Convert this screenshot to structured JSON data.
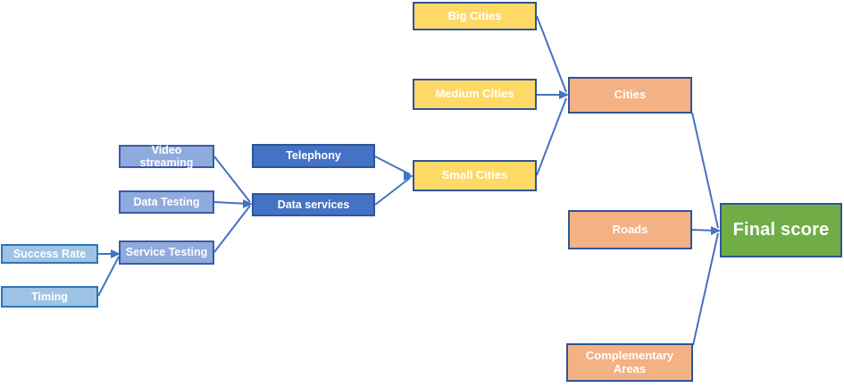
{
  "diagram": {
    "background_color": "#FFFFFF",
    "connector_color": "#4472C4",
    "text_color": "#FFFFFF",
    "nodes": {
      "success_rate": {
        "label": "Success Rate",
        "fill": "#9DC3E6",
        "border": "#2E75B6"
      },
      "timing": {
        "label": "Timing",
        "fill": "#9DC3E6",
        "border": "#2E75B6"
      },
      "video_streaming": {
        "label": "Video streaming",
        "fill": "#8FAADC",
        "border": "#3B5BA9"
      },
      "data_testing": {
        "label": "Data Testing",
        "fill": "#8FAADC",
        "border": "#3B5BA9"
      },
      "service_testing": {
        "label": "Service Testing",
        "fill": "#8FAADC",
        "border": "#3B5BA9"
      },
      "telephony": {
        "label": "Telephony",
        "fill": "#4472C4",
        "border": "#2F5597"
      },
      "data_services": {
        "label": "Data services",
        "fill": "#4472C4",
        "border": "#2F5597"
      },
      "big_cities": {
        "label": "Big Cities",
        "fill": "#FFD966",
        "border": "#2F5597"
      },
      "medium_cities": {
        "label": "Medium Cities",
        "fill": "#FFD966",
        "border": "#2F5597"
      },
      "small_cities": {
        "label": "Small Cities",
        "fill": "#FFD966",
        "border": "#2F5597"
      },
      "cities": {
        "label": "Cities",
        "fill": "#F4B183",
        "border": "#2F5597"
      },
      "roads": {
        "label": "Roads",
        "fill": "#F4B183",
        "border": "#2F5597"
      },
      "complementary_areas": {
        "label": "Complementary Areas",
        "fill": "#F4B183",
        "border": "#2F5597"
      },
      "final_score": {
        "label": "Final score",
        "fill": "#70AD47",
        "border": "#2F5597"
      }
    },
    "edges": [
      {
        "from": "success_rate",
        "to": "service_testing"
      },
      {
        "from": "timing",
        "to": "service_testing"
      },
      {
        "from": "video_streaming",
        "to": "data_services"
      },
      {
        "from": "data_testing",
        "to": "data_services"
      },
      {
        "from": "service_testing",
        "to": "data_services"
      },
      {
        "from": "telephony",
        "to": "small_cities"
      },
      {
        "from": "data_services",
        "to": "small_cities"
      },
      {
        "from": "big_cities",
        "to": "cities"
      },
      {
        "from": "medium_cities",
        "to": "cities"
      },
      {
        "from": "small_cities",
        "to": "cities"
      },
      {
        "from": "cities",
        "to": "final_score"
      },
      {
        "from": "roads",
        "to": "final_score"
      },
      {
        "from": "complementary_areas",
        "to": "final_score"
      }
    ]
  }
}
